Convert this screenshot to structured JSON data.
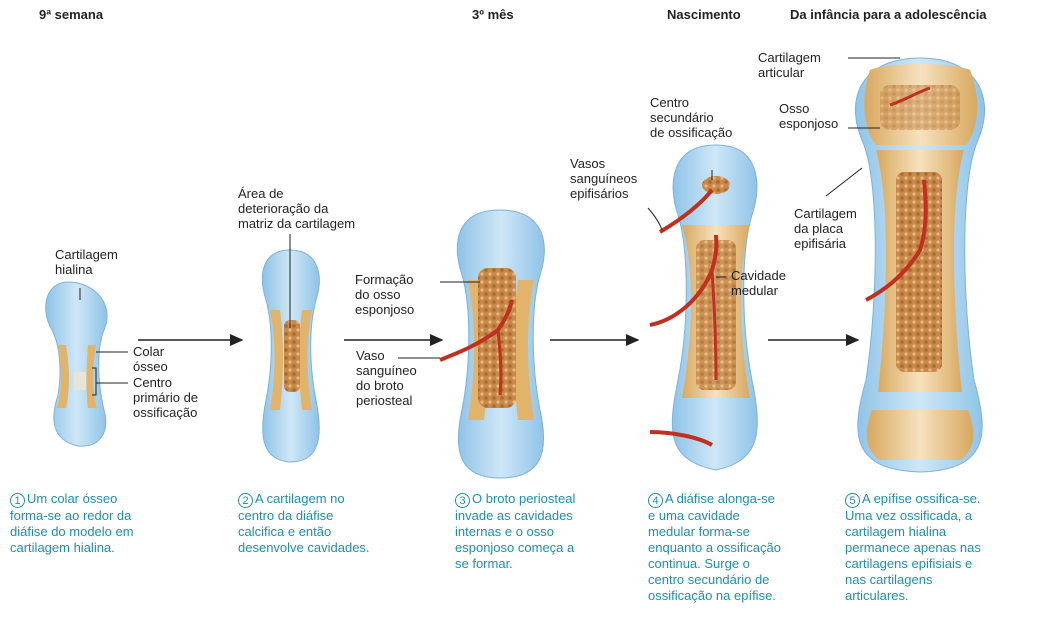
{
  "headers": [
    "9ª semana",
    "3º mês",
    "Nascimento",
    "Da infância para a adolescência"
  ],
  "labels": {
    "cartilagem_hialina": "Cartilagem\nhialina",
    "colar_osseo": "Colar\nósseo",
    "centro_primario": "Centro\nprimário de\nossificação",
    "area_deterioracao": "Área de\ndeterioração da\nmatriz da cartilagem",
    "formacao_osso": "Formação\ndo osso\nesponjoso",
    "vaso_sanguineo": "Vaso\nsanguíneo\ndo broto\nperiosteal",
    "centro_secundario": "Centro\nsecundário\nde ossificação",
    "vasos_epifisarios": "Vasos\nsanguíneos\nepifisários",
    "cavidade_medular": "Cavidade\nmedular",
    "cartilagem_articular": "Cartilagem\narticular",
    "osso_esponjoso": "Osso\nesponjoso",
    "cartilagem_placa": "Cartilagem\nda placa\nepifisária"
  },
  "captions": [
    {
      "num": "1",
      "text": "Um colar ósseo\nforma-se ao redor da\ndiáfise do modelo em\ncartilagem hialina."
    },
    {
      "num": "2",
      "text": "A cartilagem no\ncentro da diáfise\ncalcifica e então\ndesenvolve cavidades."
    },
    {
      "num": "3",
      "text": "O broto periosteal\ninvade as cavidades\ninternas e o osso\nesponjoso começa a\nse formar."
    },
    {
      "num": "4",
      "text": "A diáfise alonga-se\ne uma cavidade\nmedular forma-se\nenquanto a ossificação\ncontinua. Surge o\ncentro secundário de\nossificação na epífise."
    },
    {
      "num": "5",
      "text": "A epífise ossifica-se.\nUma vez ossificada, a\ncartilagem hialina\npermanece apenas nas\ncartilagens epifisiais e\nnas cartilagens\narticulares."
    }
  ],
  "colors": {
    "caption": "#1c8fb0",
    "cartilage": "#a9d3ee",
    "bone": "#e8c795",
    "spongy": "#b8773a",
    "vessel": "#c0301f"
  }
}
